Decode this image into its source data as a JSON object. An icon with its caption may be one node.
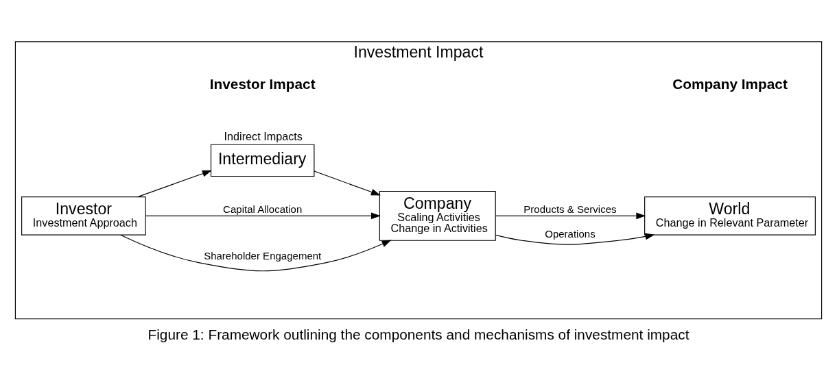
{
  "diagram": {
    "caption": "Figure 1: Framework outlining the components and mechanisms of investment impact",
    "nodes": [
      {
        "text": [
          "Investment Impact"
        ]
      },
      {
        "text": [
          "Investor",
          "Investment Approach"
        ],
        "in": 0
      },
      {
        "text": [
          "Company",
          "Scaling Activities",
          "Change in Activities"
        ],
        "in": 0
      },
      {
        "text": [
          "World",
          "Change in Relevant Parameter"
        ],
        "in": 0
      },
      {
        "text": [
          "Intermediary"
        ],
        "beside": [
          "Indirect Impacts"
        ],
        "in": 0
      }
    ],
    "edges": [
      {
        "from": 1,
        "to": 2,
        "arrow": "to",
        "label": "Shareholder Engagement"
      },
      {
        "from": 1,
        "to": 2,
        "arrow": "to",
        "label": "Capital Allocation"
      },
      {
        "from": 2,
        "to": 3,
        "arrow": "to",
        "label": "Operations"
      },
      {
        "from": 2,
        "to": 3,
        "arrow": "to",
        "label": "Products & Services"
      },
      {
        "from": 1,
        "to": 4,
        "arrow": "to"
      },
      {
        "from": 4,
        "to": 2,
        "arrow": "to"
      }
    ],
    "labels": [
      "Investor Impact",
      "Company Impact"
    ]
  }
}
